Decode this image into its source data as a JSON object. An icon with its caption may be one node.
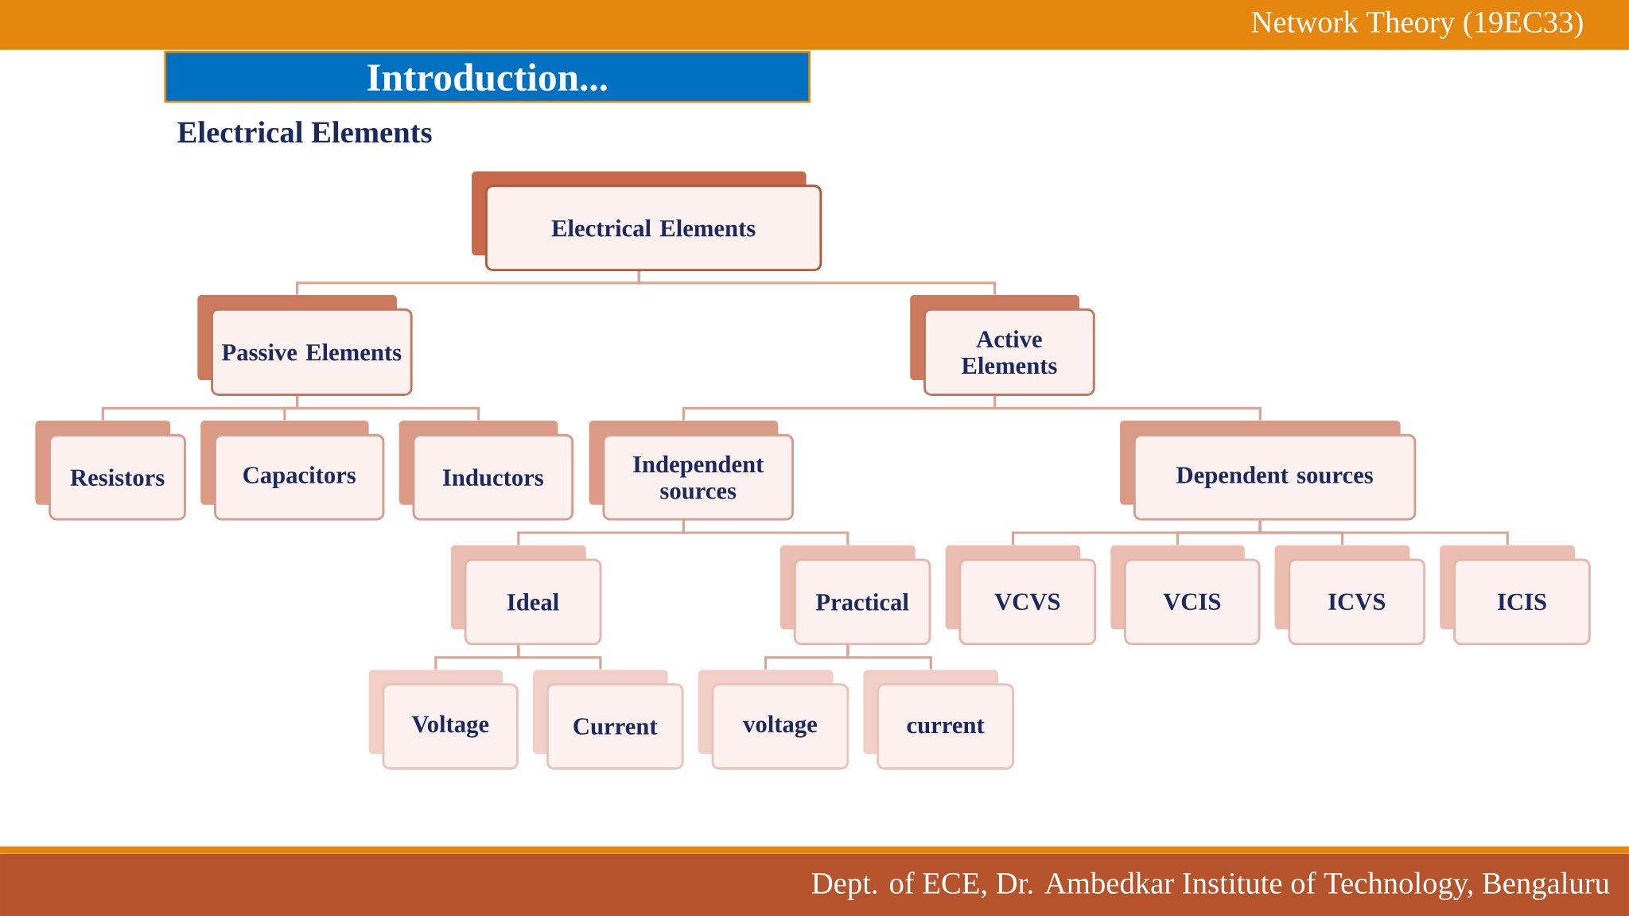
{
  "diagram": {
    "title": "Introduction...",
    "nodes": [
      {
        "text": [
          "Electrical Elements"
        ]
      },
      {
        "text": [
          "Passive Elements"
        ]
      },
      {
        "text": [
          "Active Elements"
        ]
      },
      {
        "text": [
          "Resistors"
        ]
      },
      {
        "text": [
          "Capacitors"
        ]
      },
      {
        "text": [
          "Inductors"
        ]
      },
      {
        "text": [
          "Independent sources"
        ]
      },
      {
        "text": [
          "Dependent sources"
        ]
      },
      {
        "text": [
          "Ideal"
        ]
      },
      {
        "text": [
          "Practical"
        ]
      },
      {
        "text": [
          "VCVS"
        ]
      },
      {
        "text": [
          "VCIS"
        ]
      },
      {
        "text": [
          "ICVS"
        ]
      },
      {
        "text": [
          "ICIS"
        ]
      },
      {
        "text": [
          "Voltage"
        ]
      },
      {
        "text": [
          "Current"
        ]
      },
      {
        "text": [
          "voltage"
        ]
      },
      {
        "text": [
          "current"
        ]
      }
    ],
    "edges": [
      {
        "from": 0,
        "to": 1,
        "arrow": "none"
      },
      {
        "from": 0,
        "to": 2,
        "arrow": "none"
      },
      {
        "from": 1,
        "to": 3,
        "arrow": "none"
      },
      {
        "from": 1,
        "to": 4,
        "arrow": "none"
      },
      {
        "from": 1,
        "to": 5,
        "arrow": "none"
      },
      {
        "from": 2,
        "to": 6,
        "arrow": "none"
      },
      {
        "from": 2,
        "to": 7,
        "arrow": "none"
      },
      {
        "from": 6,
        "to": 8,
        "arrow": "none"
      },
      {
        "from": 6,
        "to": 9,
        "arrow": "none"
      },
      {
        "from": 7,
        "to": 10,
        "arrow": "none"
      },
      {
        "from": 7,
        "to": 11,
        "arrow": "none"
      },
      {
        "from": 7,
        "to": 12,
        "arrow": "none"
      },
      {
        "from": 7,
        "to": 13,
        "arrow": "none"
      },
      {
        "from": 8,
        "to": 14,
        "arrow": "none"
      },
      {
        "from": 8,
        "to": 15,
        "arrow": "none"
      },
      {
        "from": 9,
        "to": 16,
        "arrow": "none"
      },
      {
        "from": 9,
        "to": 17,
        "arrow": "none"
      }
    ],
    "labels": [
      "Network Theory (19EC33)",
      "Electrical Elements",
      "Dept. of ECE, Dr. Ambedkar Institute of Technology, Bengaluru"
    ]
  }
}
